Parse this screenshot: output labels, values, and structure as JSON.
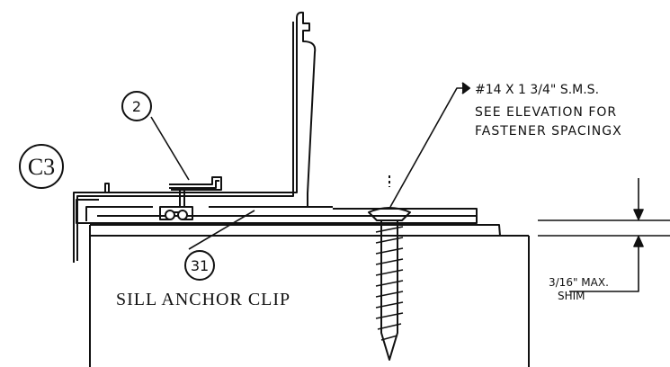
{
  "detail": {
    "section_tag": "C3",
    "callouts": {
      "part_2": "2",
      "part_31": "31"
    },
    "fastener_note": {
      "line1": "#14 X 1 3/4\" S.M.S.",
      "line2": "SEE ELEVATION FOR",
      "line3": "FASTENER SPACINGX"
    },
    "sill_label": "SILL ANCHOR CLIP",
    "shim_note": {
      "line1": "3/16\" MAX.",
      "line2": "SHIM"
    }
  }
}
